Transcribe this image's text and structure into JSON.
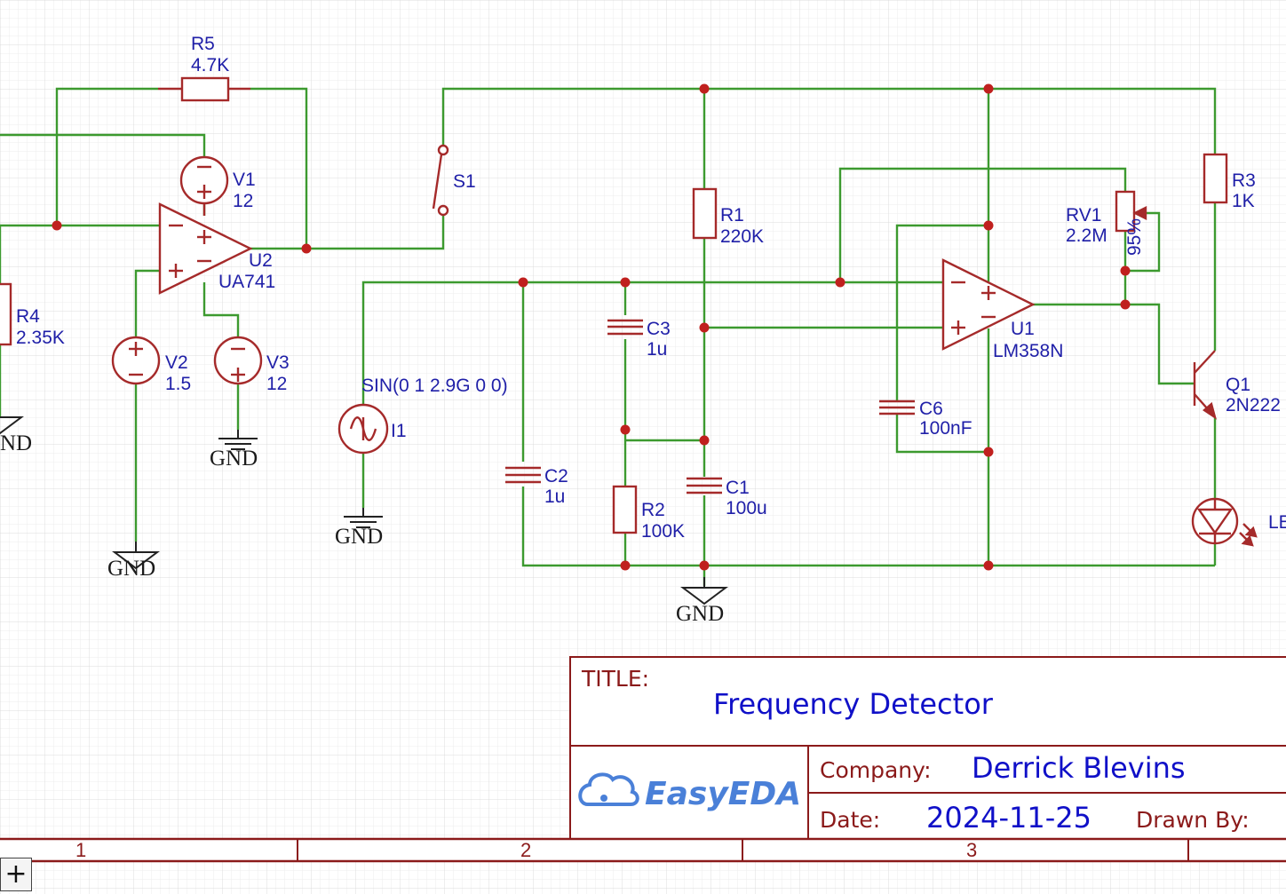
{
  "components": {
    "r5": {
      "ref": "R5",
      "value": "4.7K"
    },
    "v1": {
      "ref": "V1",
      "value": "12"
    },
    "u2": {
      "ref": "U2",
      "value": "UA741"
    },
    "r4": {
      "ref": "R4",
      "value": "2.35K"
    },
    "v2": {
      "ref": "V2",
      "value": "1.5"
    },
    "v3": {
      "ref": "V3",
      "value": "12"
    },
    "s1": {
      "ref": "S1"
    },
    "i1": {
      "ref": "I1",
      "value": "SIN(0 1 2.9G 0 0)"
    },
    "r1": {
      "ref": "R1",
      "value": "220K"
    },
    "c3": {
      "ref": "C3",
      "value": "1u"
    },
    "c2": {
      "ref": "C2",
      "value": "1u"
    },
    "r2": {
      "ref": "R2",
      "value": "100K"
    },
    "c1": {
      "ref": "C1",
      "value": "100u"
    },
    "u1": {
      "ref": "U1",
      "value": "LM358N"
    },
    "c6": {
      "ref": "C6",
      "value": "100nF"
    },
    "rv1": {
      "ref": "RV1",
      "value": "2.2M",
      "wiper": "95%"
    },
    "r3": {
      "ref": "R3",
      "value": "1K"
    },
    "q1": {
      "ref": "Q1",
      "value": "2N222"
    },
    "led": {
      "ref": "LE"
    }
  },
  "ground_label": "GND",
  "ground_label_clipped": "ND",
  "title_block": {
    "title_key": "TITLE:",
    "title": "Frequency Detector",
    "company_key": "Company:",
    "company": "Derrick Blevins",
    "date_key": "Date:",
    "date": "2024-11-25",
    "drawn_by_key": "Drawn By:",
    "logo_text": "EasyEDA"
  },
  "zones": [
    "1",
    "2",
    "3"
  ],
  "zoom_button": "+",
  "colors": {
    "wire": "#3c9a2f",
    "symbol": "#a52a2a",
    "junction": "#c0201e",
    "label": "#1f1fa8",
    "grid": "#e4e4e4",
    "frame": "#8b1a1a",
    "logo": "#4a80d8"
  }
}
